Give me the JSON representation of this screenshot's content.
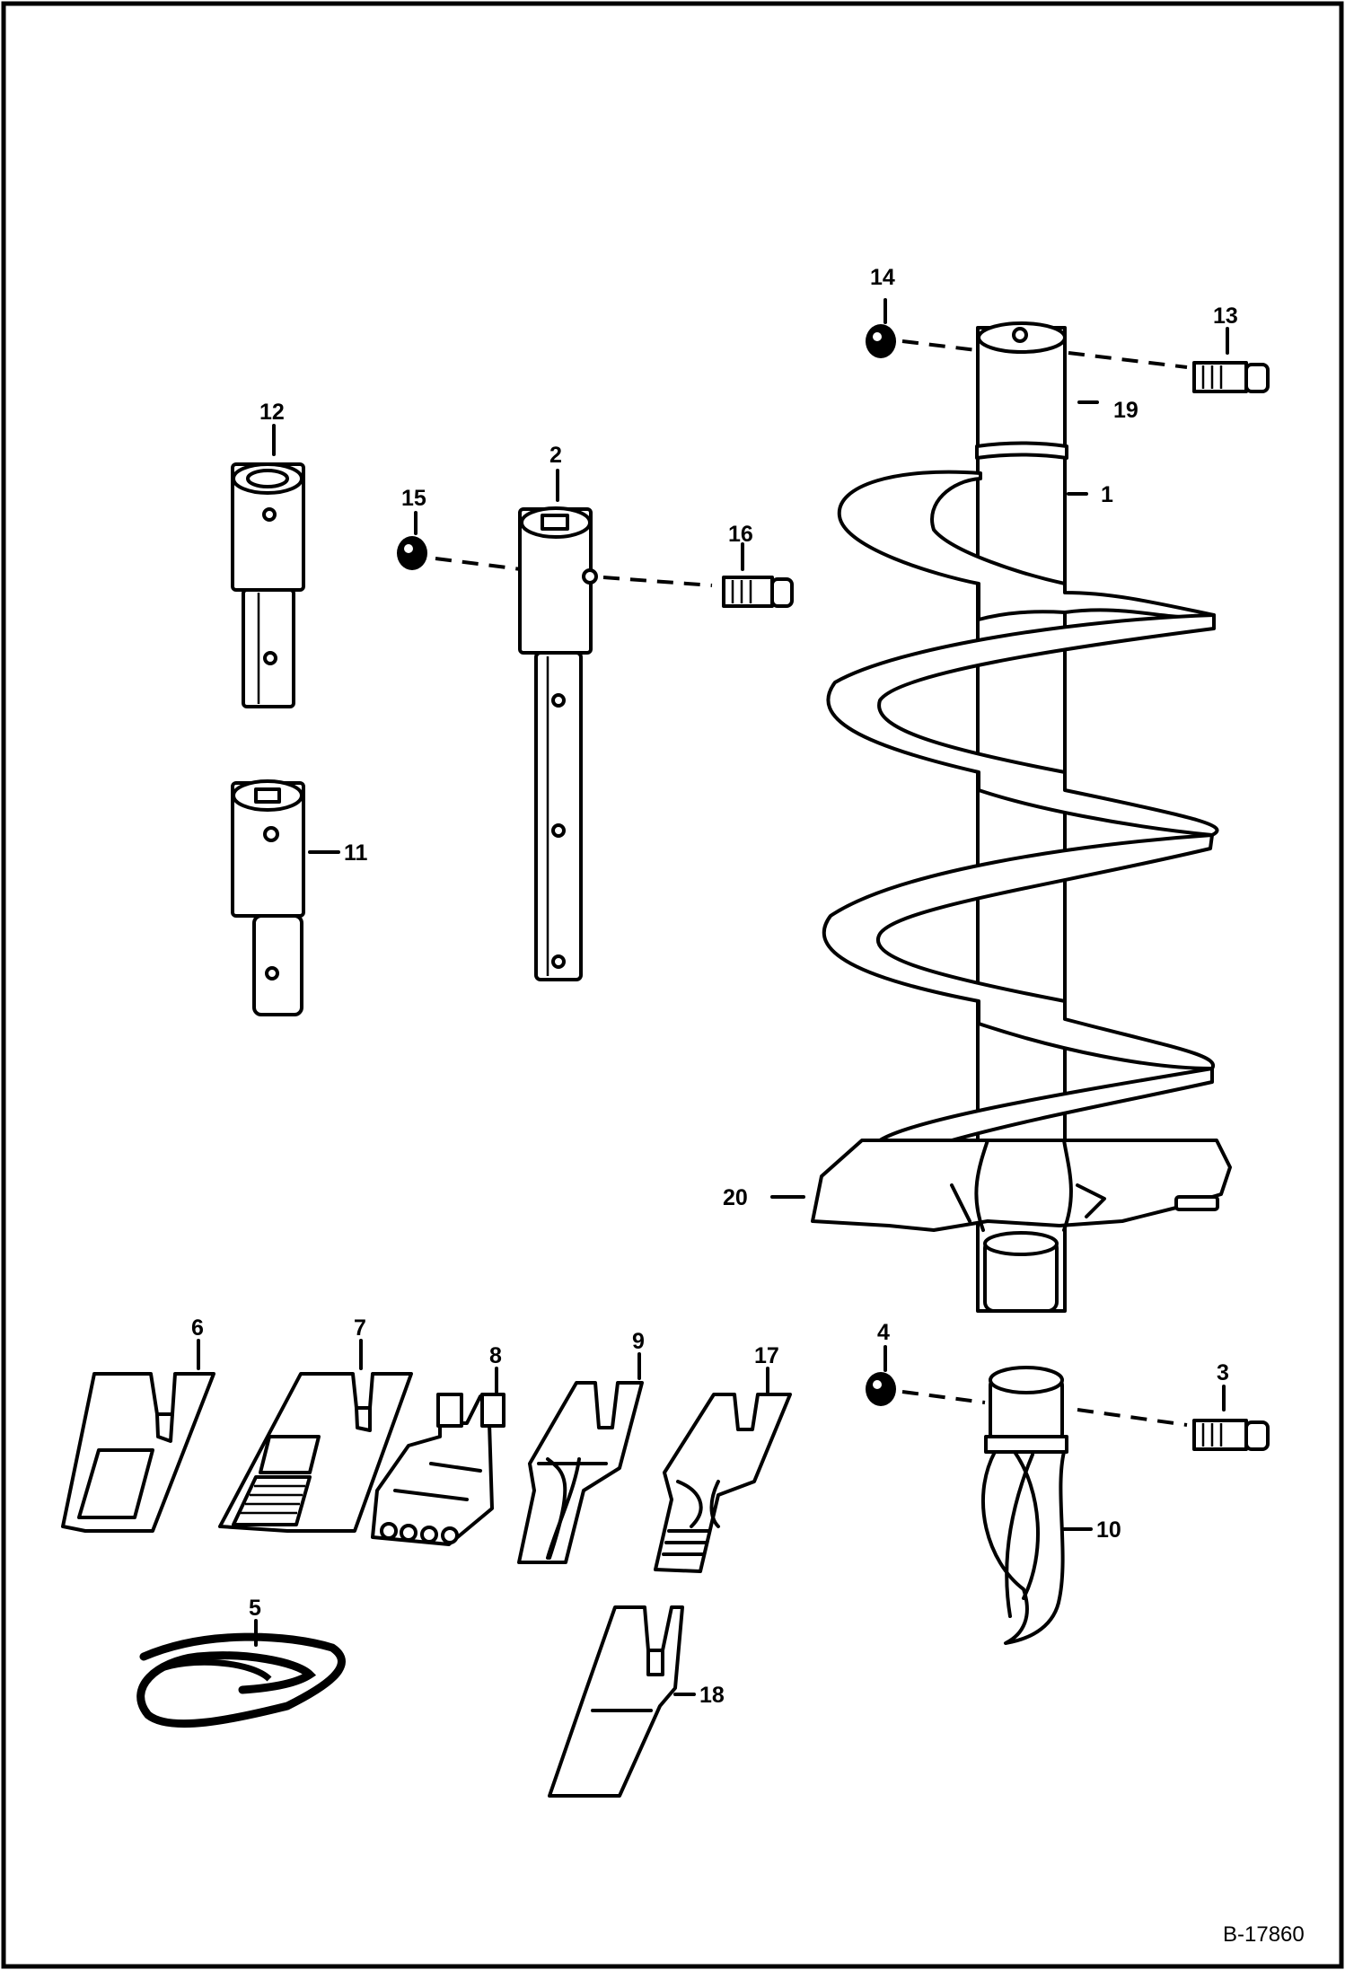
{
  "diagram": {
    "reference": "B-17860",
    "callouts": {
      "c1": "1",
      "c2": "2",
      "c3": "3",
      "c4": "4",
      "c5": "5",
      "c6": "6",
      "c7": "7",
      "c8": "8",
      "c9": "9",
      "c10": "10",
      "c11": "11",
      "c12": "12",
      "c13": "13",
      "c14": "14",
      "c15": "15",
      "c16": "16",
      "c17": "17",
      "c18": "18",
      "c19": "19",
      "c20": "20"
    }
  }
}
